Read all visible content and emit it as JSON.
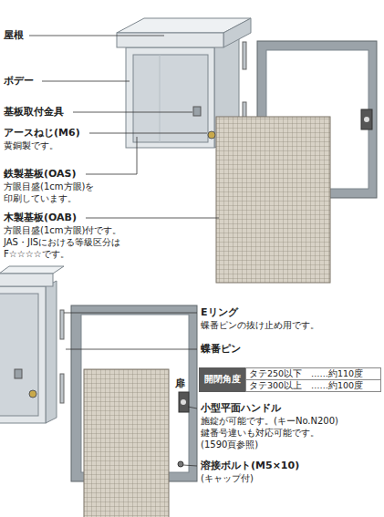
{
  "diagram": {
    "labels": [
      "屋根",
      "ボデー",
      "基板取付金具",
      "アースねじ(M6)",
      "黄銅製です。",
      "鉄製基板(OAS)",
      "方眼目盛(1cm方眼)を 印刷しています。",
      "木製基板(OAB)",
      "方眼目盛(1cm方眼)付です。 JAS・JISにおける等級区分は F☆☆☆☆です。",
      "Eリング",
      "蝶番ピンの抜け止め用です。",
      "蝶番ピン",
      "扉",
      "開閉角度",
      "タテ250以下 ……約110度",
      "タテ300以上 ……約100度",
      "小型平面ハンドル",
      "施錠が可能です。(キーNo.N200) 鍵番号違いも対応可能です。 (1590頁参照)",
      "溶接ボルト(M5×10)",
      "(キャップ付)"
    ]
  }
}
